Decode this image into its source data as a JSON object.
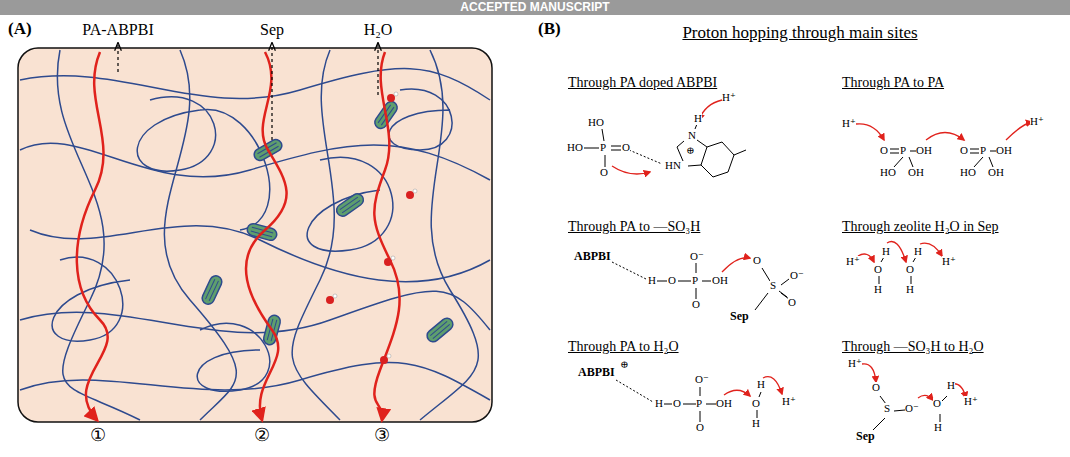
{
  "diagram": {
    "labels": [
      "ACCEPTED MANUSCRIPT",
      "(A)",
      "PA-ABPBI",
      "Sep",
      "H₂O",
      "①",
      "②",
      "③",
      "(B)",
      "Proton hopping through main sites",
      "Through PA doped ABPBI",
      "Through PA to PA",
      "Through PA to —SO₃H",
      "Through zeolite H₂O in Sep",
      "Through PA to H₂O",
      "Through —SO₃H to H₂O",
      "H⁺",
      "HO",
      "HO",
      "P",
      "O",
      "O",
      "H",
      "N",
      "⊕",
      "HN",
      "H⁺",
      "O",
      "P",
      "OH",
      "HO",
      "OH",
      "O",
      "P",
      "OH",
      "HO",
      "OH",
      "H⁺",
      "ABPBI",
      "H",
      "O",
      "O⁻",
      "P",
      "O",
      "OH",
      "O",
      "O⁻",
      "S",
      "O",
      "Sep",
      "H⁺",
      "H",
      "O",
      "H",
      "H",
      "O",
      "H",
      "H⁺",
      "ABPBI",
      "⊕",
      "H",
      "O",
      "O⁻",
      "P",
      "O",
      "OH",
      "H",
      "O",
      "H",
      "H⁺",
      "H⁺",
      "O",
      "O⁻",
      "S",
      "Sep",
      "O",
      "H",
      "H",
      "H⁺"
    ]
  }
}
